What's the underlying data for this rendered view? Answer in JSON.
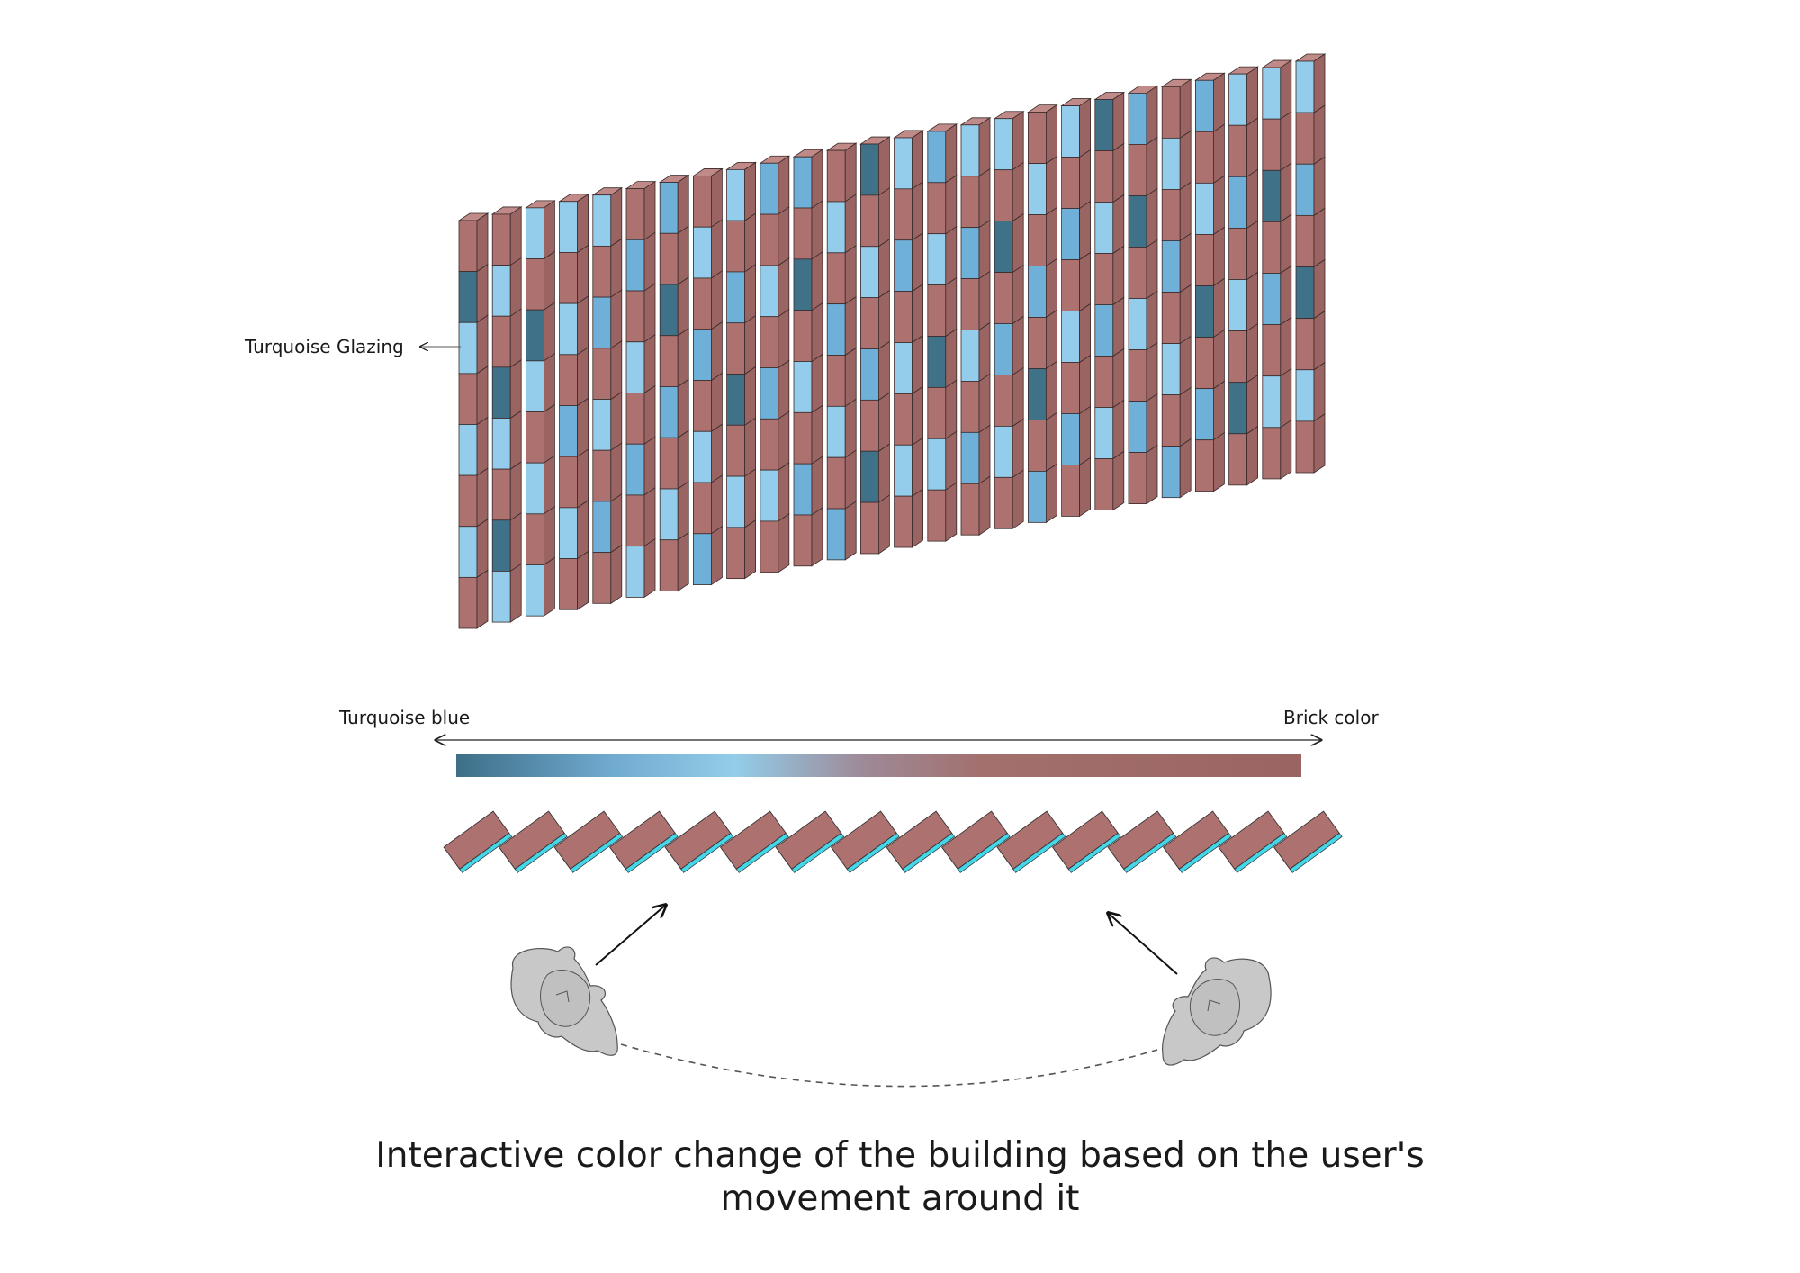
{
  "annotation": {
    "label": "Turquoise Glazing"
  },
  "scale": {
    "left_label": "Turquoise blue",
    "right_label": "Brick color"
  },
  "caption": {
    "line1": "Interactive color change of the building based on the user's",
    "line2": "movement around it"
  },
  "colors": {
    "brick": "#ad7270",
    "brick_side": "#9a6462",
    "brick_top": "#c08a88",
    "dark_blue": "#3f7289",
    "mid_blue": "#6fb0d8",
    "light_blue": "#93cdeb",
    "edge": "#3a2a2a",
    "cyan_edge": "#44d7ea",
    "gradient_stops": [
      "#3d6f87",
      "#6fa9cf",
      "#92cde9",
      "#9e8a98",
      "#a3706e",
      "#9a6462"
    ],
    "user_fill": "#c8c8c8"
  },
  "facade": {
    "columns": 26,
    "rows": 8,
    "pattern": [
      "BDLBLBLBLB",
      "BLBDLBDLB",
      "LBDLBLBLB",
      "LBLBMBLB",
      "LBMBLBMB",
      "BMBLBMBL",
      "MBDBMBLB",
      "BLBMBLBM",
      "LBMBDBLB",
      "MBLBMBLB",
      "MBDBLBMB",
      "BLBMBLBM",
      "DBLBMBDB",
      "LBMBLBLB",
      "MBLBDBLB",
      "LBMBLBMB",
      "LBDBMBLB",
      "BLBMBDBM",
      "LBMBLBMB",
      "DBLBMBLB",
      "MBDBLBMB",
      "BLBMBLBM",
      "MBLBDBMB",
      "LBMBLBDB",
      "LBDBMBLB",
      "LBMBDBLB"
    ]
  }
}
